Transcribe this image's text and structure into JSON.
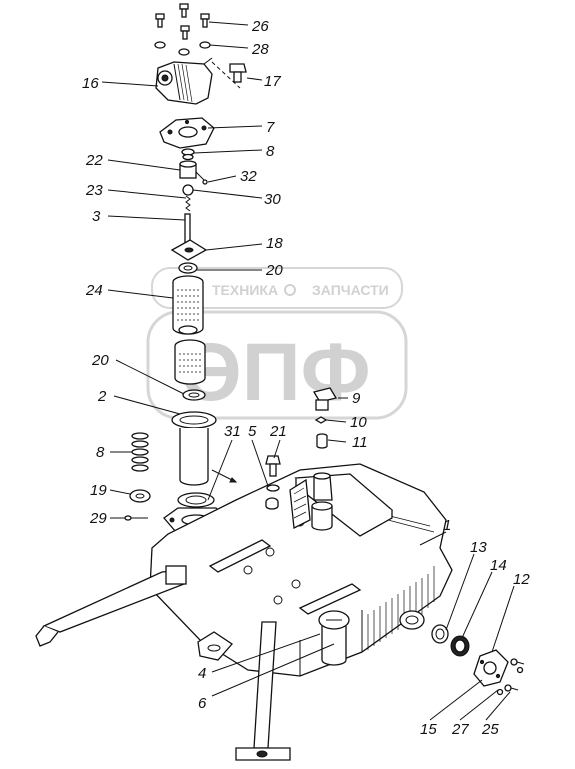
{
  "watermark": {
    "text_top": "ТЕХНИКА",
    "text_top_right": "ЗАПЧАСТИ",
    "logo": "ЭПФ",
    "color": "#c9c9c9"
  },
  "callouts": [
    {
      "id": "c26",
      "label": "26"
    },
    {
      "id": "c28",
      "label": "28"
    },
    {
      "id": "c16",
      "label": "16"
    },
    {
      "id": "c17",
      "label": "17"
    },
    {
      "id": "c7",
      "label": "7"
    },
    {
      "id": "c8a",
      "label": "8"
    },
    {
      "id": "c22",
      "label": "22"
    },
    {
      "id": "c32",
      "label": "32"
    },
    {
      "id": "c23",
      "label": "23"
    },
    {
      "id": "c30",
      "label": "30"
    },
    {
      "id": "c3",
      "label": "3"
    },
    {
      "id": "c18",
      "label": "18"
    },
    {
      "id": "c20a",
      "label": "20"
    },
    {
      "id": "c24",
      "label": "24"
    },
    {
      "id": "c20b",
      "label": "20"
    },
    {
      "id": "c9",
      "label": "9"
    },
    {
      "id": "c2",
      "label": "2"
    },
    {
      "id": "c10",
      "label": "10"
    },
    {
      "id": "c11",
      "label": "11"
    },
    {
      "id": "c8b",
      "label": "8"
    },
    {
      "id": "c31",
      "label": "31"
    },
    {
      "id": "c5",
      "label": "5"
    },
    {
      "id": "c21",
      "label": "21"
    },
    {
      "id": "c19",
      "label": "19"
    },
    {
      "id": "c29",
      "label": "29"
    },
    {
      "id": "c1",
      "label": "1"
    },
    {
      "id": "c13",
      "label": "13"
    },
    {
      "id": "c14",
      "label": "14"
    },
    {
      "id": "c12",
      "label": "12"
    },
    {
      "id": "c4",
      "label": "4"
    },
    {
      "id": "c6",
      "label": "6"
    },
    {
      "id": "c15",
      "label": "15"
    },
    {
      "id": "c27",
      "label": "27"
    },
    {
      "id": "c25",
      "label": "25"
    }
  ]
}
